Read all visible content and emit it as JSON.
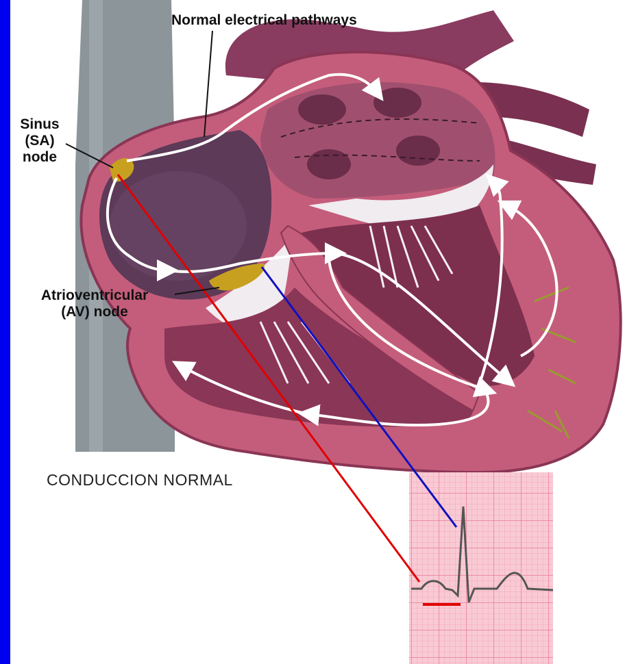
{
  "labels": {
    "title": "Normal electrical pathways",
    "sa_line1": "Sinus",
    "sa_line2": "(SA)",
    "sa_line3": "node",
    "av_line1": "Atrioventricular",
    "av_line2": "(AV) node",
    "caption": "CONDUCCION NORMAL"
  },
  "colors": {
    "background": "#0000f0",
    "heart_wall": "#c05a78",
    "heart_inner": "#6a2d4a",
    "node": "#c8a020",
    "pathway": "#ffffff",
    "sa_link": "#e00000",
    "av_link": "#1010c0",
    "ecg_grid": "#f4b8c4",
    "ecg_trace": "#555555"
  }
}
